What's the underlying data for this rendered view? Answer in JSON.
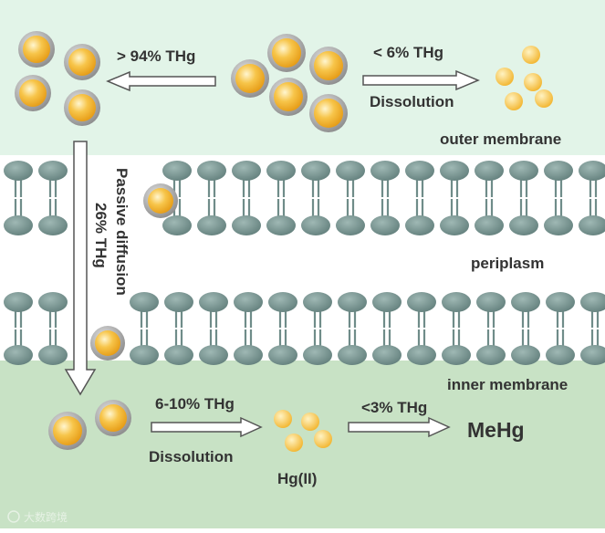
{
  "labels": {
    "outer_pct": "> 94% THg",
    "outer_dissolve_pct": "< 6% THg",
    "dissolution_top": "Dissolution",
    "outer_membrane": "outer membrane",
    "passive_line1": "Passive diffusion",
    "passive_line2": "26% THg",
    "periplasm": "periplasm",
    "inner_membrane": "inner membrane",
    "inner_pct": "6-10% THg",
    "dissolution_bottom": "Dissolution",
    "hg2": "Hg(II)",
    "methyl_pct": "<3% THg",
    "mehg": "MeHg"
  },
  "watermark": "大数跨境",
  "colors": {
    "top_bg": "#e2f4e8",
    "bottom_bg": "#c8e2c5",
    "lipid_head": "#6f8c89",
    "lipid_tail": "#6f8c89",
    "nano_ring": "#9b9b9b",
    "nano_core": "#f2b52e",
    "ion": "#f7c548",
    "arrow_fill": "#ffffff",
    "arrow_stroke": "#555555",
    "text": "#333333"
  }
}
